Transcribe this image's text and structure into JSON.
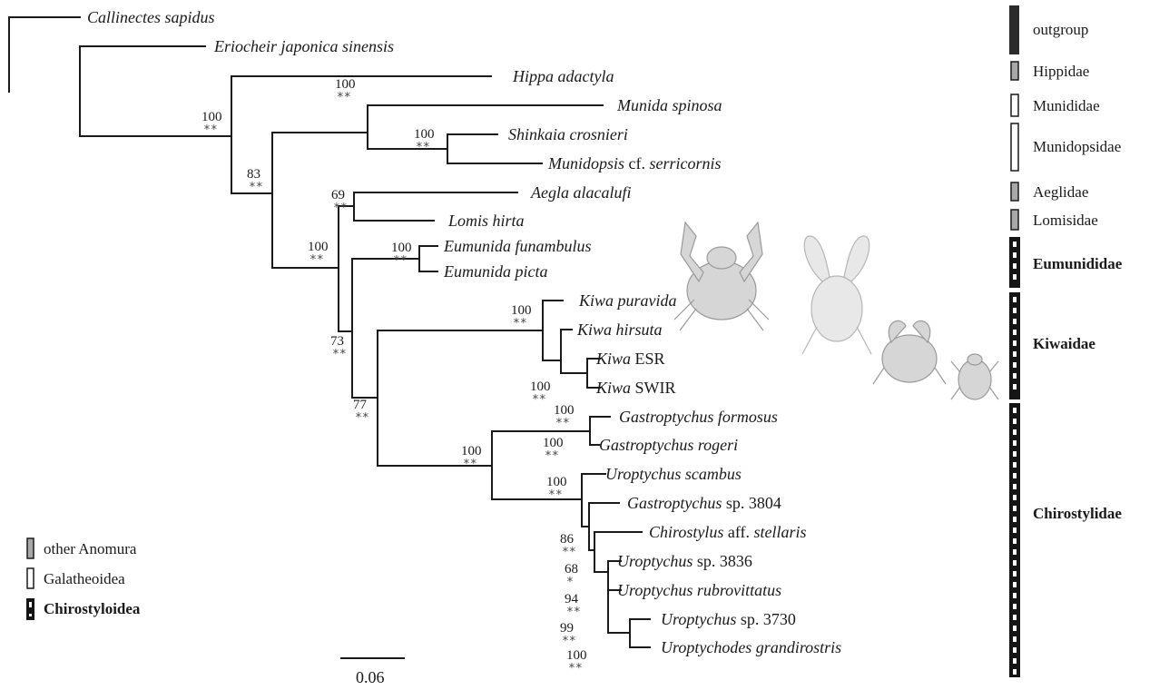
{
  "tree": {
    "taxa": [
      {
        "italic": "Callinectes sapidus",
        "plain": ""
      },
      {
        "italic": "Eriocheir japonica sinensis",
        "plain": ""
      },
      {
        "italic": "Hippa adactyla",
        "plain": ""
      },
      {
        "italic": "Munida spinosa",
        "plain": ""
      },
      {
        "italic": "Shinkaia crosnieri",
        "plain": ""
      },
      {
        "italic": "Munidopsis",
        "plain": " cf. ",
        "italic2": "serricornis"
      },
      {
        "italic": "Aegla alacalufi",
        "plain": ""
      },
      {
        "italic": "Lomis hirta",
        "plain": ""
      },
      {
        "italic": "Eumunida funambulus",
        "plain": ""
      },
      {
        "italic": "Eumunida picta",
        "plain": ""
      },
      {
        "italic": "Kiwa puravida",
        "plain": ""
      },
      {
        "italic": "Kiwa hirsuta",
        "plain": ""
      },
      {
        "italic": "Kiwa",
        "plain": " ESR"
      },
      {
        "italic": "Kiwa",
        "plain": " SWIR"
      },
      {
        "italic": "Gastroptychus formosus",
        "plain": ""
      },
      {
        "italic": "Gastroptychus rogeri",
        "plain": ""
      },
      {
        "italic": "Uroptychus scambus",
        "plain": ""
      },
      {
        "italic": "Gastroptychus",
        "plain": " sp. 3804"
      },
      {
        "italic": "Chirostylus",
        "plain": " aff. ",
        "italic2": "stellaris"
      },
      {
        "italic": "Uroptychus",
        "plain": " sp. 3836"
      },
      {
        "italic": "Uroptychus rubrovittatus",
        "plain": ""
      },
      {
        "italic": "Uroptychus",
        "plain": " sp. 3730"
      },
      {
        "italic": "Uroptychodes grandirostris",
        "plain": ""
      }
    ],
    "nodes": [
      {
        "support": "100",
        "pp": "**"
      },
      {
        "support": "83",
        "pp": "**"
      },
      {
        "support": "100",
        "pp": "**"
      },
      {
        "support": "100",
        "pp": "**"
      },
      {
        "support": "100",
        "pp": "**"
      },
      {
        "support": "69",
        "pp": "**"
      },
      {
        "support": "100",
        "pp": "**"
      },
      {
        "support": "73",
        "pp": "**"
      },
      {
        "support": "77",
        "pp": "**"
      },
      {
        "support": "100",
        "pp": "**"
      },
      {
        "support": "100",
        "pp": "**"
      },
      {
        "support": "100",
        "pp": "**"
      },
      {
        "support": "100",
        "pp": "**"
      },
      {
        "support": "100",
        "pp": "**"
      },
      {
        "support": "100",
        "pp": "**"
      },
      {
        "support": "86",
        "pp": "**"
      },
      {
        "support": "68",
        "pp": "*"
      },
      {
        "support": "94",
        "pp": "**"
      },
      {
        "support": "99",
        "pp": "**"
      },
      {
        "support": "100",
        "pp": "**"
      }
    ]
  },
  "families": [
    {
      "label": "outgroup",
      "style": "dark",
      "bold": false
    },
    {
      "label": "Hippidae",
      "style": "grey",
      "bold": false
    },
    {
      "label": "Munididae",
      "style": "white",
      "bold": false
    },
    {
      "label": "Munidopsidae",
      "style": "white",
      "bold": false
    },
    {
      "label": "Aeglidae",
      "style": "grey",
      "bold": false
    },
    {
      "label": "Lomisidae",
      "style": "grey",
      "bold": false
    },
    {
      "label": "Eumunididae",
      "style": "chiro",
      "bold": true
    },
    {
      "label": "Kiwaidae",
      "style": "chiro",
      "bold": true
    },
    {
      "label": "Chirostylidae",
      "style": "chiro",
      "bold": true
    }
  ],
  "legend": [
    {
      "label": "other Anomura",
      "style": "grey",
      "bold": false
    },
    {
      "label": "Galatheoidea",
      "style": "white",
      "bold": false
    },
    {
      "label": "Chirostyloidea",
      "style": "chiro",
      "bold": true
    }
  ],
  "scale_bar": {
    "label": "0.06"
  },
  "illustrations": [
    {
      "icon": "squat-lobster-icon"
    },
    {
      "icon": "yeti-crab-icon"
    },
    {
      "icon": "crab-icon"
    },
    {
      "icon": "small-crab-icon"
    }
  ],
  "colors": {
    "branch": "#1a1a1a",
    "grey_bar": "#a8a8a8",
    "dark_bar": "#2b2b2b"
  }
}
